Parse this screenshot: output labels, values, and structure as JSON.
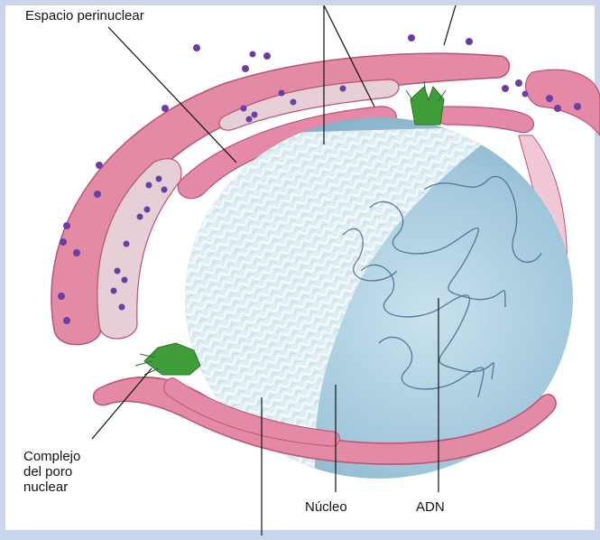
{
  "labels": {
    "perinuclear_space": "Espacio perinuclear",
    "nuclear_pore_complex": "Complejo\ndel poro\nnuclear",
    "nucleus": "Núcleo",
    "dna": "ADN"
  },
  "colors": {
    "frame": "#c9d6ee",
    "background": "#ffffff",
    "membrane": "#e58aa6",
    "membrane_dark": "#b95273",
    "perinuclear_lumen": "#ead5d9",
    "nucleoplasm": "#a9cde0",
    "lamina": "#f2f8fb",
    "pore": "#3f9d3a",
    "ribosome": "#6b3ea5",
    "dna": "#3d5f88"
  },
  "icons": [
    "nuclear-pore-icon",
    "ribosome-dot"
  ]
}
